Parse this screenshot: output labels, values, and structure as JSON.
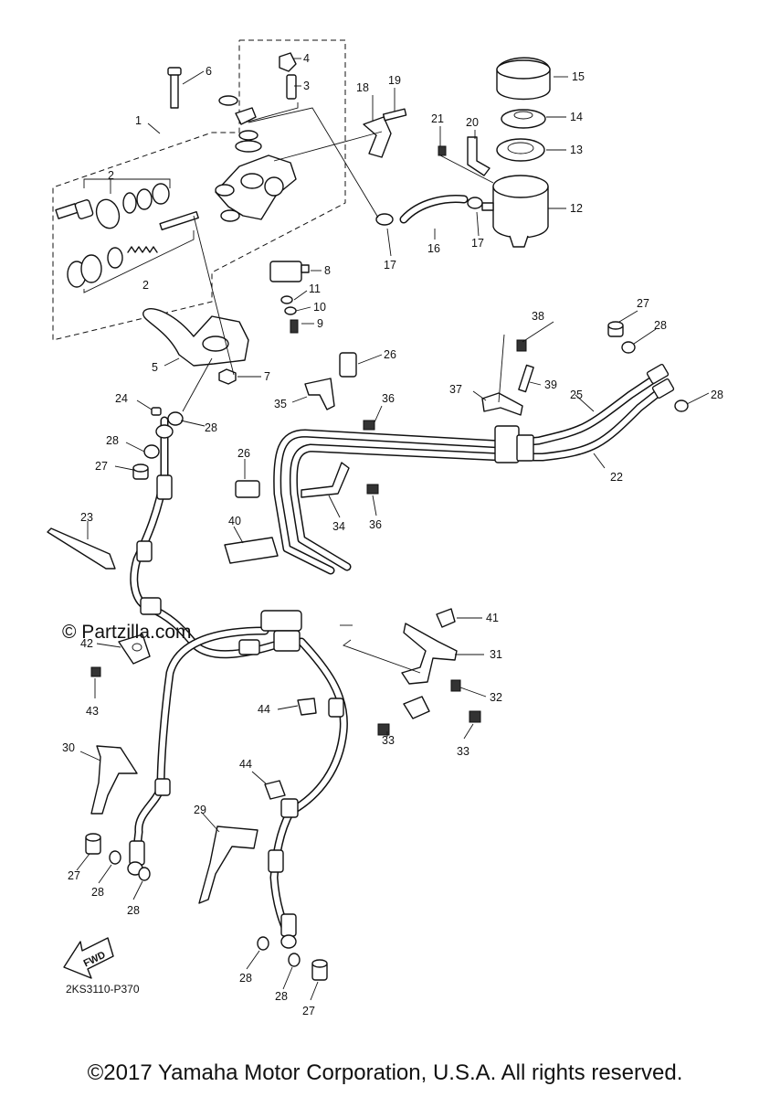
{
  "watermark": "© Partzilla.com",
  "fwd_label": "FWD",
  "diagram_code": "2KS3110-P370",
  "copyright": "©2017 Yamaha Motor Corporation, U.S.A. All rights reserved.",
  "callouts": [
    {
      "id": "c1",
      "text": "1"
    },
    {
      "id": "c2a",
      "text": "2"
    },
    {
      "id": "c2b",
      "text": "2"
    },
    {
      "id": "c3",
      "text": "3"
    },
    {
      "id": "c4",
      "text": "4"
    },
    {
      "id": "c5",
      "text": "5"
    },
    {
      "id": "c6",
      "text": "6"
    },
    {
      "id": "c7",
      "text": "7"
    },
    {
      "id": "c8",
      "text": "8"
    },
    {
      "id": "c9",
      "text": "9"
    },
    {
      "id": "c10",
      "text": "10"
    },
    {
      "id": "c11",
      "text": "11"
    },
    {
      "id": "c12",
      "text": "12"
    },
    {
      "id": "c13",
      "text": "13"
    },
    {
      "id": "c14",
      "text": "14"
    },
    {
      "id": "c15",
      "text": "15"
    },
    {
      "id": "c16",
      "text": "16"
    },
    {
      "id": "c17a",
      "text": "17"
    },
    {
      "id": "c17b",
      "text": "17"
    },
    {
      "id": "c18",
      "text": "18"
    },
    {
      "id": "c19",
      "text": "19"
    },
    {
      "id": "c20",
      "text": "20"
    },
    {
      "id": "c21",
      "text": "21"
    },
    {
      "id": "c22",
      "text": "22"
    },
    {
      "id": "c23",
      "text": "23"
    },
    {
      "id": "c24",
      "text": "24"
    },
    {
      "id": "c25",
      "text": "25"
    },
    {
      "id": "c26a",
      "text": "26"
    },
    {
      "id": "c26b",
      "text": "26"
    },
    {
      "id": "c27a",
      "text": "27"
    },
    {
      "id": "c27b",
      "text": "27"
    },
    {
      "id": "c27c",
      "text": "27"
    },
    {
      "id": "c27d",
      "text": "27"
    },
    {
      "id": "c28a",
      "text": "28"
    },
    {
      "id": "c28b",
      "text": "28"
    },
    {
      "id": "c28c",
      "text": "28"
    },
    {
      "id": "c28d",
      "text": "28"
    },
    {
      "id": "c28e",
      "text": "28"
    },
    {
      "id": "c28f",
      "text": "28"
    },
    {
      "id": "c28g",
      "text": "28"
    },
    {
      "id": "c28h",
      "text": "28"
    },
    {
      "id": "c29",
      "text": "29"
    },
    {
      "id": "c30",
      "text": "30"
    },
    {
      "id": "c31",
      "text": "31"
    },
    {
      "id": "c32",
      "text": "32"
    },
    {
      "id": "c33a",
      "text": "33"
    },
    {
      "id": "c33b",
      "text": "33"
    },
    {
      "id": "c34",
      "text": "34"
    },
    {
      "id": "c35",
      "text": "35"
    },
    {
      "id": "c36a",
      "text": "36"
    },
    {
      "id": "c36b",
      "text": "36"
    },
    {
      "id": "c37",
      "text": "37"
    },
    {
      "id": "c38",
      "text": "38"
    },
    {
      "id": "c39",
      "text": "39"
    },
    {
      "id": "c40",
      "text": "40"
    },
    {
      "id": "c41",
      "text": "41"
    },
    {
      "id": "c42",
      "text": "42"
    },
    {
      "id": "c43",
      "text": "43"
    },
    {
      "id": "c44a",
      "text": "44"
    },
    {
      "id": "c44b",
      "text": "44"
    }
  ]
}
